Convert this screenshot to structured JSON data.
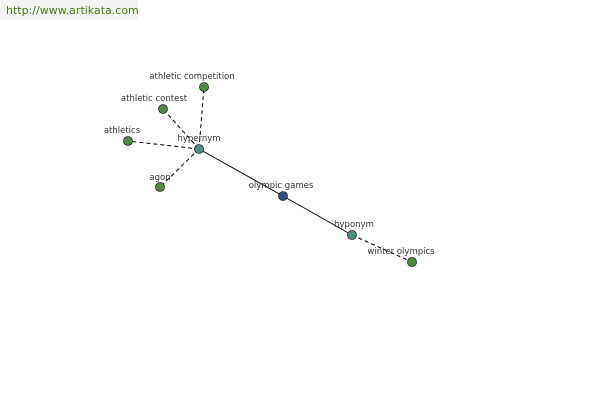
{
  "banner": {
    "url_text": "http://www.artikata.com"
  },
  "colors": {
    "link": "#4a7a16",
    "edge": "#000000",
    "center_node": "#334a8a",
    "relation_node": "#4e8f86",
    "leaf_node": "#4e8a44",
    "node_stroke": "#1e2a1e"
  },
  "graph": {
    "center": {
      "id": "olympic-games",
      "label": "olympic games"
    },
    "relations": [
      {
        "id": "hypernym",
        "label": "hypernym"
      },
      {
        "id": "hyponym",
        "label": "hyponym"
      }
    ],
    "leaves": [
      {
        "id": "athletic-competition",
        "label": "athletic competition",
        "relation": "hypernym"
      },
      {
        "id": "athletic-contest",
        "label": "athletic contest",
        "relation": "hypernym"
      },
      {
        "id": "athletics",
        "label": "athletics",
        "relation": "hypernym"
      },
      {
        "id": "agon",
        "label": "agon",
        "relation": "hypernym"
      },
      {
        "id": "winter-olympics",
        "label": "winter olympics",
        "relation": "hyponym"
      }
    ]
  }
}
